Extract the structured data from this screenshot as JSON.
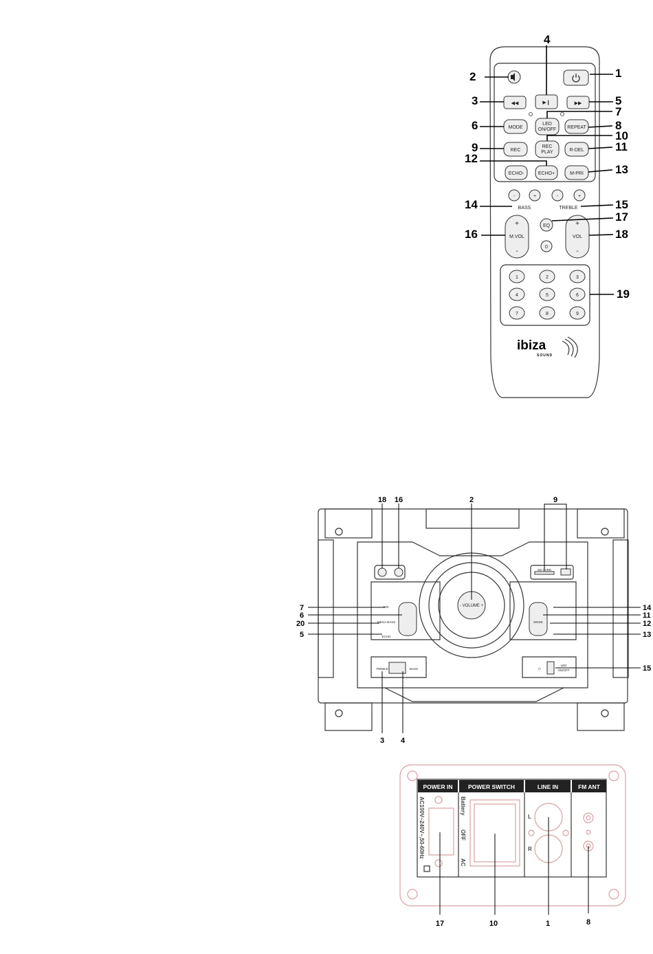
{
  "remote": {
    "callouts": [
      "1",
      "2",
      "3",
      "4",
      "5",
      "6",
      "7",
      "8",
      "9",
      "10",
      "11",
      "12",
      "13",
      "14",
      "15",
      "16",
      "17",
      "18",
      "19"
    ],
    "buttons": {
      "mode": "MODE",
      "led_line1": "LED",
      "led_line2": "ON/OFF",
      "repeat": "REPEAT",
      "rec": "REC",
      "recplay_line1": "REC",
      "recplay_line2": "PLAY",
      "rdel": "R-DEL",
      "echo_minus": "ECHO-",
      "echo_plus": "ECHO+",
      "mpri": "M-PRI",
      "bass": "BASS",
      "treble": "TREBLE",
      "mvol": "M.VOL",
      "vol": "VOL",
      "eq": "EQ",
      "zero": "0",
      "digits": [
        "1",
        "2",
        "3",
        "4",
        "5",
        "6",
        "7",
        "8",
        "9"
      ],
      "plus": "+",
      "minus": "-"
    },
    "logo": {
      "brand": "ibiza",
      "sub": "SOUND"
    }
  },
  "front_panel": {
    "callouts_top": [
      "18",
      "16",
      "2",
      "9"
    ],
    "callouts_left": [
      "7",
      "6",
      "20",
      "5"
    ],
    "callouts_right": [
      "14",
      "11",
      "12",
      "13",
      "15"
    ],
    "callouts_bottom": [
      "3",
      "4"
    ],
    "labels": {
      "volume": "- VOLUME +",
      "sd_card": "SD CARD",
      "mic": "MIC",
      "mega_bass": "MEGA BASS",
      "mic_vol": "MIC VOL",
      "echo": "ECHO",
      "mode": "MODE",
      "treble": "TREBLE",
      "bass": "BASS",
      "led": "LED",
      "on_off": "ON/OFF"
    }
  },
  "rear_panel": {
    "headers": [
      "POWER IN",
      "POWER SWITCH",
      "LINE IN",
      "FM ANT"
    ],
    "power_in_text": "AC100V~240V~,50-60Hz",
    "switch_labels": [
      "Battery",
      "OFF",
      "AC"
    ],
    "line_in_labels": [
      "L",
      "R"
    ],
    "callouts": [
      "17",
      "10",
      "1",
      "8"
    ]
  }
}
